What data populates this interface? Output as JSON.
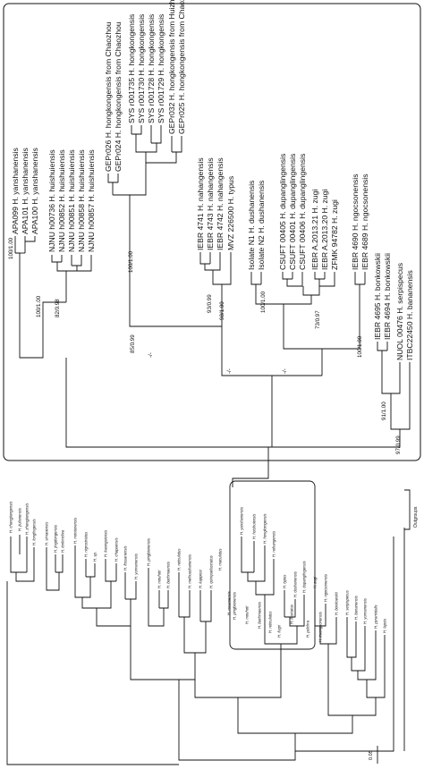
{
  "inset": {
    "taxa": [
      "APA099 H. yanshanensis",
      "APA101 H. yanshanensis",
      "APA100 H. yanshanensis",
      "NJNU h00736 H. huishuiensis",
      "NJNU h00852 H. huishuiensis",
      "NJNU h00851 H. huishuiensis",
      "NJNU h00858 H. huishuiensis",
      "NJNU h00857 H. huishuiensis",
      "GEPr026 H. hongkongensis from Chaozhou",
      "GEPr024 H. hongkongensis from Chaozhou",
      "SYS r001735 H. hongkongensis",
      "SYS r001730 H. hongkongensis",
      "SYS r001728 H. hongkongensis",
      "SYS r001729 H. hongkongensis",
      "GEPr032 H. hongkongensis from Huizhou",
      "GEPr025 H. hongkongensis from Chaozhou",
      "IEBR 4741 H. nahangensis",
      "IEBR 4743 H. nahangensis",
      "IEBR 4742 H. nahangensis",
      "MVZ 226500 H. typus",
      "Isolate N1 H. dushanensis",
      "Isolate N2 H. dushanensis",
      "CSUFT 00405 H. dupanglingensis",
      "CSUFT 00401 H. dupanglingensis",
      "CSUFT 00406 H. dupanglingensis",
      "IEBR A.2013.21 H. zugi",
      "IEBR A.2013.20 H. zugi",
      "ZFMK 94782 H. zugi",
      "IEBR 4690 H. ngocsonensis",
      "IEBR 4689 H. ngocsonensis",
      "IEBR 4695 H. bonkowskii",
      "IEBR 4694 H. bonkowskii",
      "NUOL 00476 H. serpispecus",
      "ITBC22450 H. bananensis"
    ],
    "supports": [
      "100/1.00",
      "82/0.98",
      "100/1.00",
      "85/0.99",
      "100/1.00",
      "93/0.99",
      "98/1.00",
      "100/1.00",
      "73/0.97",
      "100/1.00",
      "91/1.00",
      "97/0.99",
      "-/-",
      "-/-",
      "-/-"
    ]
  },
  "overview": {
    "taxa": [
      "H. changjiangensis",
      "H. jiulianensis",
      "H. zhangjiangensis",
      "H. longlingensis",
      "H. simaoensis",
      "H. jingdongensis",
      "H. tonkinoliva",
      "H. montanensis",
      "H. nigrostriatus",
      "H. sp.",
      "H. kwangsiensis",
      "H. chapaensis",
      "H. fossanensis",
      "H. yunnanensis",
      "H. pingbianensis",
      "H. mouhoti",
      "H. bachmaensis",
      "H. reticulatus",
      "H. meihuashanensis",
      "H. kappiesi",
      "H. quinquefasciatus",
      "H. maculatus",
      "H. yanshanensis",
      "H. huishuiensis",
      "H. hongkongensis",
      "H. nahangensis",
      "H. typus",
      "H. dushanensis",
      "H. dupanglingensis",
      "H. zugi",
      "H. ngocsonensis",
      "H. bonkowskii",
      "H. serpispecus",
      "H. bananensis",
      "H. yunnanensis",
      "H. pyramidalis",
      "H. lapsis",
      "H. muamensis",
      "H. pingbianensis",
      "H. mouhoti",
      "H. bachmaensis",
      "H. reticulatus",
      "H. ilugri",
      "H. fasciatus",
      "H. pulchra",
      "H. truongsonensis"
    ],
    "outgroups_label": "Outgroups",
    "scale_label": "0.05"
  }
}
